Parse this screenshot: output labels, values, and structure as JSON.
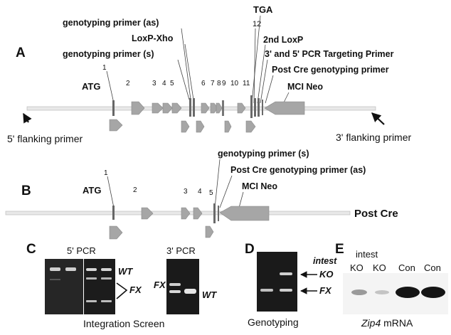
{
  "panel_a": {
    "letter": "A",
    "labels": {
      "geno_as": "genotyping primer (as)",
      "tga": "TGA",
      "loxp_xho": "LoxP-Xho",
      "exon12": "12",
      "loxp2": "2nd LoxP",
      "geno_s": "genotyping primer (s)",
      "targeting": "3' and 5' PCR Targeting Primer",
      "postcre": "Post Cre genotyping primer",
      "atg": "ATG",
      "mcineo": "MCI Neo",
      "flank5": "5' flanking primer",
      "flank3": "3' flanking primer"
    },
    "exons": [
      "1",
      "2",
      "3",
      "4",
      "5",
      "6",
      "7",
      "8",
      "9",
      "10",
      "11"
    ]
  },
  "panel_b": {
    "letter": "B",
    "labels": {
      "geno_s": "genotyping primer (s)",
      "postcre_as": "Post Cre genotyping primer (as)",
      "mcineo": "MCI Neo",
      "atg": "ATG",
      "postcre": "Post Cre"
    },
    "exons": [
      "1",
      "2",
      "3",
      "4",
      "5"
    ]
  },
  "panel_c": {
    "letter": "C",
    "pcr5": "5' PCR",
    "pcr3": "3' PCR",
    "wt": "WT",
    "fx": "FX",
    "caption": "Integration Screen"
  },
  "panel_d": {
    "letter": "D",
    "intest": "intest",
    "ko": "KO",
    "fx": "FX",
    "caption": "Genotyping"
  },
  "panel_e": {
    "letter": "E",
    "intest": "intest",
    "lanes": [
      "KO",
      "KO",
      "Con",
      "Con"
    ],
    "caption_gene": "Zip4",
    "caption_rest": " mRNA"
  },
  "colors": {
    "exon": "#a6a6a6",
    "exon_edge": "#8a8a8a",
    "line": "#cfcfcf",
    "gel": "#1a1a1a"
  }
}
